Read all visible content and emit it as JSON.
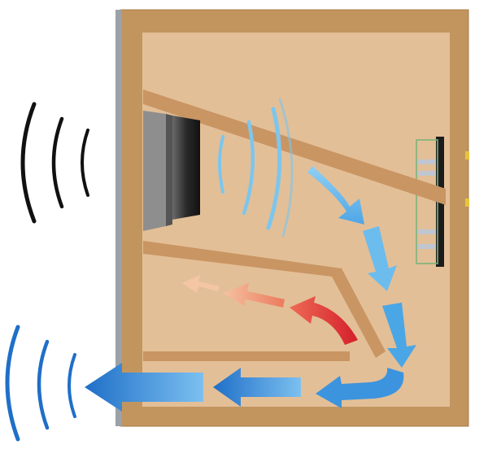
{
  "diagram": {
    "subject": "speaker-enclosure-cross-section",
    "palette": {
      "cabinet_edge": "#c2955f",
      "cabinet_fill": "#d8ab7a",
      "cavity_fill": "#e3bf97",
      "panel_fill": "#c99563",
      "driver_dark": "#1b1b1b",
      "driver_gray": "#8e8e8e",
      "back_wave_blue": "#7cc6ee",
      "flow_blue_light": "#5fb1ea",
      "flow_blue_dark": "#1f6fc8",
      "reflection_red": "#d9262e",
      "reflection_red_faded": "#f1b08b",
      "front_wave_black": "#111111",
      "port_wave_blue": "#1f6fc8"
    },
    "elements": {
      "cabinet": "cabinet",
      "driver": "woofer-driver",
      "terminal": "rear-terminal-plate",
      "upper_baffle": "upper-diagonal-panel",
      "lower_baffle": "lower-bent-panel",
      "front_sound_waves": "front-sound-waves",
      "back_waves": "rear-radiation-waves",
      "air_flow": "internal-air-flow",
      "reflection": "reflected-wave-arrows",
      "port_output": "port-output-waves"
    }
  }
}
